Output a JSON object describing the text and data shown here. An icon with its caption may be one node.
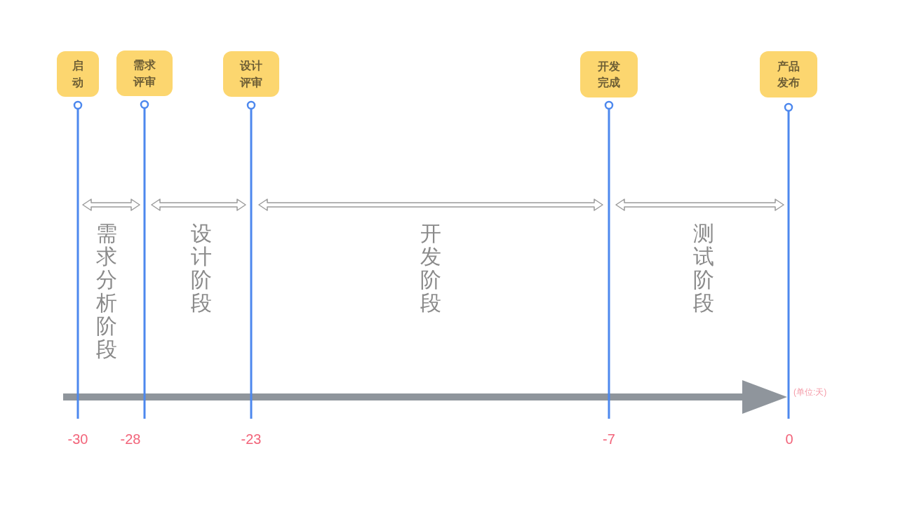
{
  "diagram": {
    "nodes": [
      {
        "text": [
          "启动"
        ]
      },
      {
        "text": [
          "需求评审"
        ]
      },
      {
        "text": [
          "设计评审"
        ]
      },
      {
        "text": [
          "开发完成"
        ]
      },
      {
        "text": [
          "产品发布"
        ]
      }
    ],
    "labels": [
      "需求分析阶段",
      "设计阶段",
      "开发阶段",
      "测试阶段",
      "(单位:天)",
      "-30",
      "-28",
      "-23",
      "-7",
      "0"
    ]
  }
}
